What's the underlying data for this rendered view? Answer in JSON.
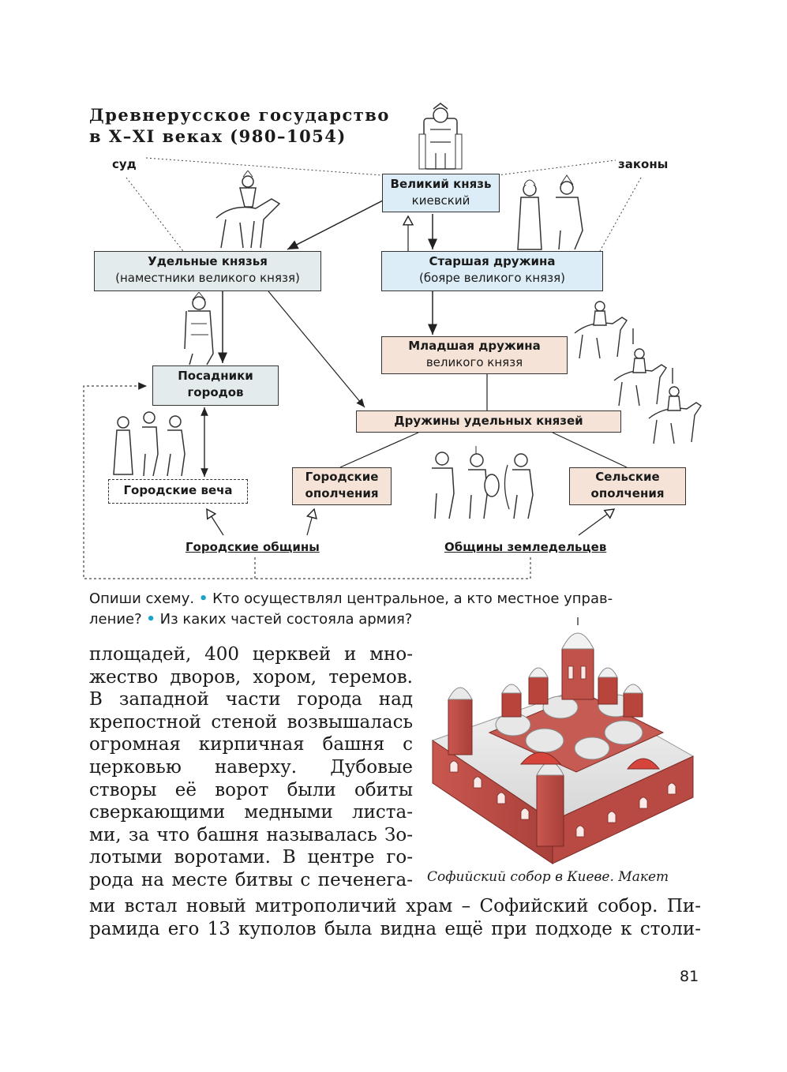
{
  "schema": {
    "title_line1": "Древнерусское государство",
    "title_line2": "в X–XI веках (980–1054)",
    "sud": "суд",
    "zakony": "законы",
    "grand_prince": {
      "title": "Великий князь",
      "sub": "киевский"
    },
    "appanage_princes": {
      "title": "Удельные князья",
      "sub": "(наместники великого князя)"
    },
    "senior_druzhina": {
      "title": "Старшая дружина",
      "sub": "(бояре великого князя)"
    },
    "junior_druzhina": {
      "title": "Младшая дружина",
      "sub": "великого князя"
    },
    "posadniki": {
      "line1": "Посадники",
      "line2": "городов"
    },
    "appanage_druzhinas": "Дружины удельных князей",
    "city_veche": "Городские веча",
    "city_militia": {
      "line1": "Городские",
      "line2": "ополчения"
    },
    "rural_militia": {
      "line1": "Сельские",
      "line2": "ополчения"
    },
    "city_communities": "Городские общины",
    "farmer_communities": "Общины земледельцев",
    "colors": {
      "blue": "#dcedf7",
      "pink": "#f6e3d8",
      "grey": "#e4ebec",
      "bullet": "#19a3c7"
    }
  },
  "question": {
    "part1": "Опиши схему.",
    "part2": "Кто осуществлял центральное, а кто местное управ-",
    "part3": "ление?",
    "part4": "Из каких частей состояла армия?"
  },
  "body": {
    "narrow_lines": [
      "площадей, 400 церквей и мно-",
      "жество дворов, хором, теремов.",
      "В западной части города над",
      "крепостной стеной возвышалась",
      "огромная кирпичная башня с",
      "церковью наверху. Дубовые",
      "створы её ворот были обиты",
      "сверкающими медными листа-",
      "ми, за что башня называлась Зо-",
      "лотыми воротами. В центре го-",
      "рода на месте битвы с печенега-"
    ],
    "wide_lines": [
      "ми встал новый митрополичий храм – Софийский собор. Пи-",
      "рамида его 13 куполов была видна ещё при подходе к столи-"
    ]
  },
  "caption": "Софийский собор в Киеве. Макет",
  "page_number": "81"
}
